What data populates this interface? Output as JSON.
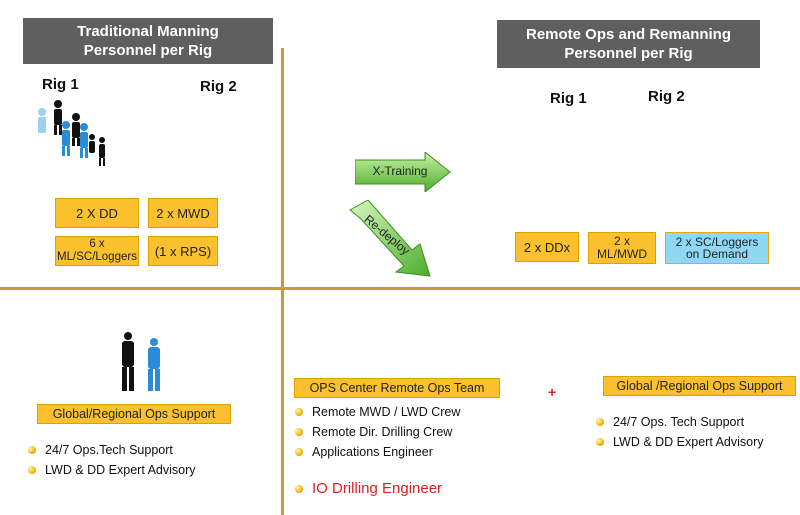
{
  "top_left": {
    "header": "Traditional Manning\nPersonnel per Rig",
    "rig1": "Rig 1",
    "rig2": "Rig 2",
    "boxes": [
      "2  X DD",
      "2 x MWD",
      "6 x\nML/SC/Loggers",
      "(1 x RPS)"
    ]
  },
  "top_right": {
    "header": "Remote Ops and Remanning\nPersonnel per Rig",
    "rig1": "Rig 1",
    "rig2": "Rig 2",
    "boxes": [
      "2 x DDx",
      "2 x\nML/MWD",
      "2 x SC/Loggers\non Demand"
    ]
  },
  "arrows": {
    "xtraining": "X-Training",
    "redeploy": "Re-deploy"
  },
  "bottom_left": {
    "label": "Global/Regional Ops Support",
    "bullets": [
      "24/7  Ops.Tech Support",
      "LWD & DD Expert Advisory"
    ]
  },
  "bottom_center": {
    "label": "OPS Center Remote Ops  Team",
    "bullets": [
      "Remote  MWD / LWD Crew",
      "Remote Dir. Drilling Crew",
      "Applications Engineer"
    ],
    "highlight": "IO Drilling Engineer"
  },
  "plus": "+",
  "bottom_right": {
    "label": "Global /Regional Ops Support",
    "bullets": [
      "24/7 Ops. Tech Support",
      "LWD & DD Expert Advisory"
    ]
  },
  "colors": {
    "header_bg": "#5f5f5f",
    "box_orange": "#fbc02d",
    "box_blue": "#8fd8f4",
    "arrow_green": "#7fd34e",
    "divider": "#c89a3c",
    "red": "#e02020"
  }
}
